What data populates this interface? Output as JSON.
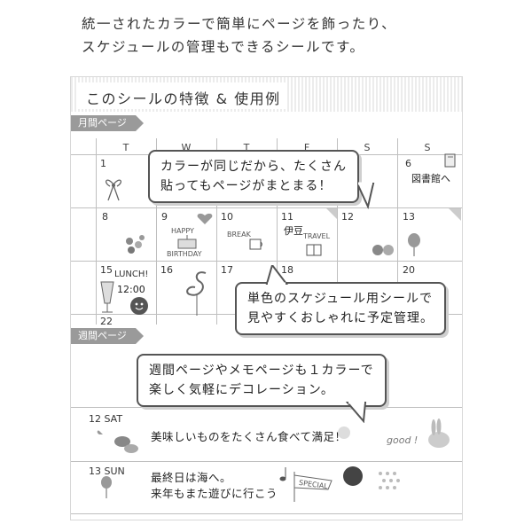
{
  "intro": {
    "line1": "統一されたカラーで簡単にページを飾ったり、",
    "line2": "スケジュールの管理もできるシールです。"
  },
  "section_title": "このシールの特徴 & 使用例",
  "monthly": {
    "tag": "月間ページ",
    "days": [
      "T",
      "W",
      "T",
      "F",
      "S",
      "S"
    ],
    "dates": {
      "d1": "1",
      "d6": "6",
      "d8": "8",
      "d9": "9",
      "d10": "10",
      "d11": "11",
      "d12": "12",
      "d13": "13",
      "d15": "15",
      "d16": "16",
      "d17": "17",
      "d18": "18",
      "d20": "20",
      "d22": "22"
    },
    "notes": {
      "library": "図書館へ",
      "izu": "伊豆",
      "lunch": "LUNCH!",
      "time": "12:00",
      "happy": "HAPPY",
      "birthday": "BIRTHDAY",
      "travel": "TRAVEL",
      "break": "BREAK"
    },
    "bubble1": {
      "line1": "カラーが同じだから、たくさん",
      "line2": "貼ってもページがまとまる！"
    },
    "bubble2": {
      "line1": "単色のスケジュール用シールで",
      "line2": "見やすくおしゃれに予定管理。"
    }
  },
  "weekly": {
    "tag": "週間ページ",
    "bubble": {
      "line1": "週間ページやメモページも１カラーで",
      "line2": "楽しく気軽にデコレーション。"
    },
    "rows": [
      {
        "label": "12 SAT",
        "note": "美味しいものをたくさん食べて満足！",
        "extra": "good !"
      },
      {
        "label": "13 SUN",
        "note1": "最終日は海へ。",
        "note2": "来年もまた遊びに行こう",
        "extra": "SPECIAL"
      }
    ]
  },
  "colors": {
    "tag": "#9a9a9a",
    "line": "#bfbfbf",
    "text": "#333333"
  }
}
